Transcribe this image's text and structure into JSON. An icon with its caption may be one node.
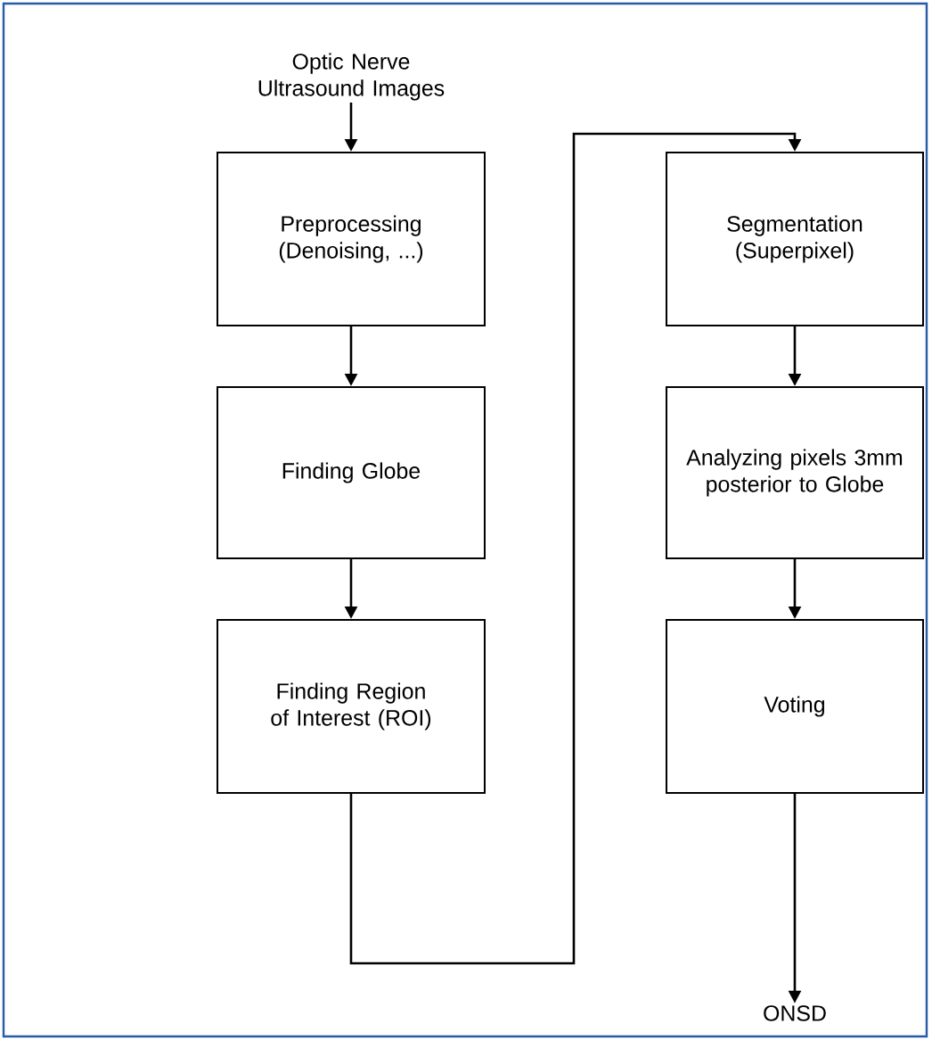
{
  "diagram": {
    "nodes": [
      {
        "text": [
          "Optic Nerve Ultrasound Images"
        ]
      },
      {
        "text": [
          "Preprocessing (Denoising, ...)"
        ]
      },
      {
        "text": [
          "Finding Globe"
        ]
      },
      {
        "text": [
          "Finding Region of Interest (ROI)"
        ]
      },
      {
        "text": [
          "Segmentation (Superpixel)"
        ]
      },
      {
        "text": [
          "Analyzing pixels 3mm posterior to Globe"
        ]
      },
      {
        "text": [
          "Voting"
        ]
      },
      {
        "text": [
          "ONSD"
        ]
      }
    ],
    "edges": [
      {
        "from": 0,
        "to": 1,
        "arrow": "to"
      },
      {
        "from": 1,
        "to": 2,
        "arrow": "to"
      },
      {
        "from": 2,
        "to": 3,
        "arrow": "to"
      },
      {
        "from": 3,
        "to": 4,
        "arrow": "to"
      },
      {
        "from": 4,
        "to": 5,
        "arrow": "to"
      },
      {
        "from": 5,
        "to": 6,
        "arrow": "to"
      },
      {
        "from": 6,
        "to": 7,
        "arrow": "to"
      }
    ]
  }
}
